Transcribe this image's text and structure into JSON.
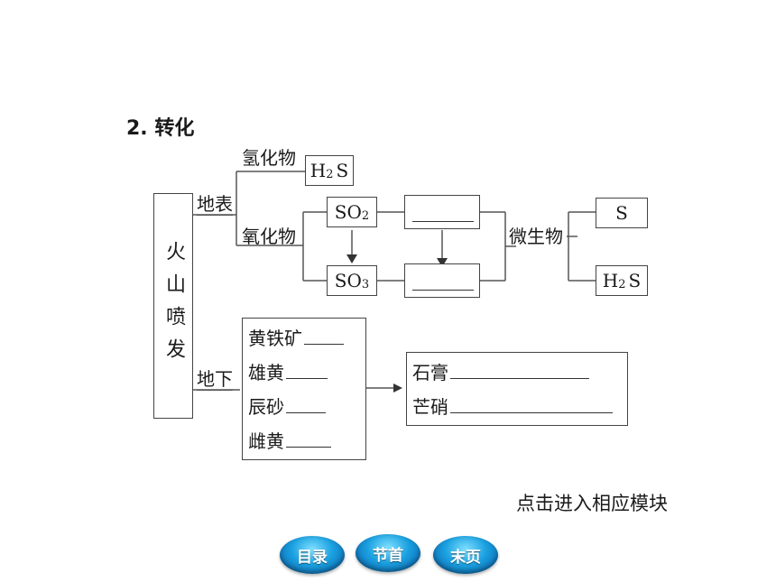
{
  "heading": "2. 转化",
  "source_box": "火山喷发",
  "branches": {
    "surface": "地表",
    "underground": "地下",
    "hydride": "氢化物",
    "oxide": "氧化物",
    "microbe": "微生物"
  },
  "compounds": {
    "h2s_top": {
      "base": "H",
      "sub": "2",
      "rest": "S"
    },
    "so2": {
      "base": "SO",
      "sub": "2",
      "rest": ""
    },
    "so3": {
      "base": "SO",
      "sub": "3",
      "rest": ""
    },
    "s": "S",
    "h2s_right": {
      "base": "H",
      "sub": "2",
      "rest": "S"
    }
  },
  "minerals": [
    "黄铁矿",
    "雄黄",
    "辰砂",
    "雌黄"
  ],
  "products": [
    "石膏",
    "芒硝"
  ],
  "footer_hint": "点击进入相应模块",
  "nav": {
    "contents": "目录",
    "section_start": "节首",
    "last_page": "末页"
  }
}
